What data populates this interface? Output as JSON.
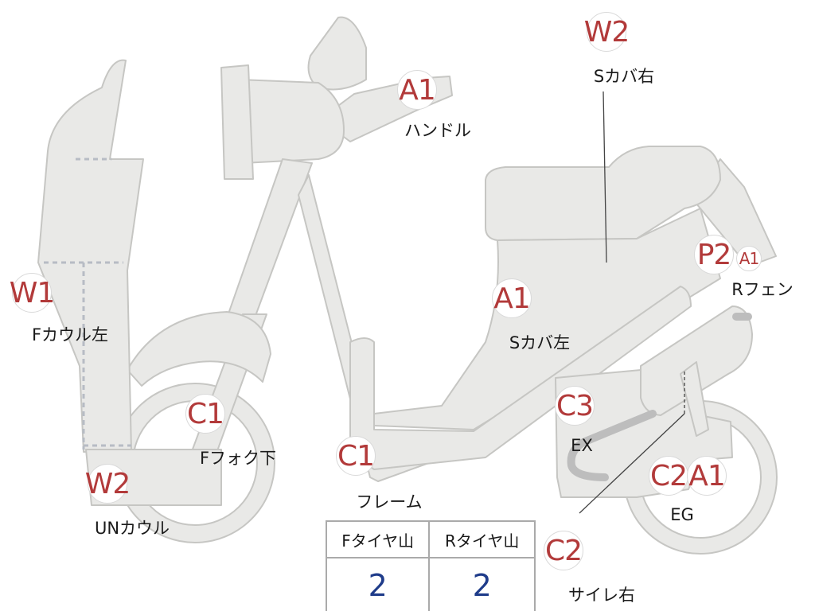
{
  "colors": {
    "body_fill": "#e9e9e7",
    "body_stroke": "#c6c6c3",
    "grade_text": "#b23a3a",
    "value_text": "#1f3c8a",
    "exhaust": "#bdbdbd"
  },
  "grade_marks": [
    {
      "id": "w2-top",
      "text": "W2",
      "size": "lg"
    },
    {
      "id": "a1-handle",
      "text": "A1",
      "size": "lg"
    },
    {
      "id": "w1",
      "text": "W1",
      "size": "lg"
    },
    {
      "id": "p2",
      "text": "P2",
      "size": "lg"
    },
    {
      "id": "a1-rfen",
      "text": "A1",
      "size": "sm"
    },
    {
      "id": "a1-scover",
      "text": "A1",
      "size": "lg"
    },
    {
      "id": "c1-fork",
      "text": "C1",
      "size": "lg"
    },
    {
      "id": "c3",
      "text": "C3",
      "size": "lg"
    },
    {
      "id": "c1-frame",
      "text": "C1",
      "size": "lg"
    },
    {
      "id": "w2-under",
      "text": "W2",
      "size": "lg"
    },
    {
      "id": "c2-eg",
      "text": "C2",
      "size": "lg"
    },
    {
      "id": "a1-eg",
      "text": "A1",
      "size": "lg"
    },
    {
      "id": "c2-muffler",
      "text": "C2",
      "size": "lg"
    }
  ],
  "part_labels": [
    {
      "id": "s-cover-right",
      "text": "Sカバ右"
    },
    {
      "id": "handle",
      "text": "ハンドル"
    },
    {
      "id": "r-fender",
      "text": "Rフェン"
    },
    {
      "id": "f-cowl-left",
      "text": "Fカウル左"
    },
    {
      "id": "s-cover-left",
      "text": "Sカバ左"
    },
    {
      "id": "f-fork-lower",
      "text": "Fフォク下"
    },
    {
      "id": "ex",
      "text": "EX"
    },
    {
      "id": "frame",
      "text": "フレーム"
    },
    {
      "id": "eg",
      "text": "EG"
    },
    {
      "id": "under-cowl",
      "text": "UNカウル"
    },
    {
      "id": "muffler-right",
      "text": "サイレ右"
    }
  ],
  "tire_table": {
    "headers": [
      "Fタイヤ山",
      "Rタイヤ山"
    ],
    "values": [
      "2",
      "2"
    ]
  }
}
